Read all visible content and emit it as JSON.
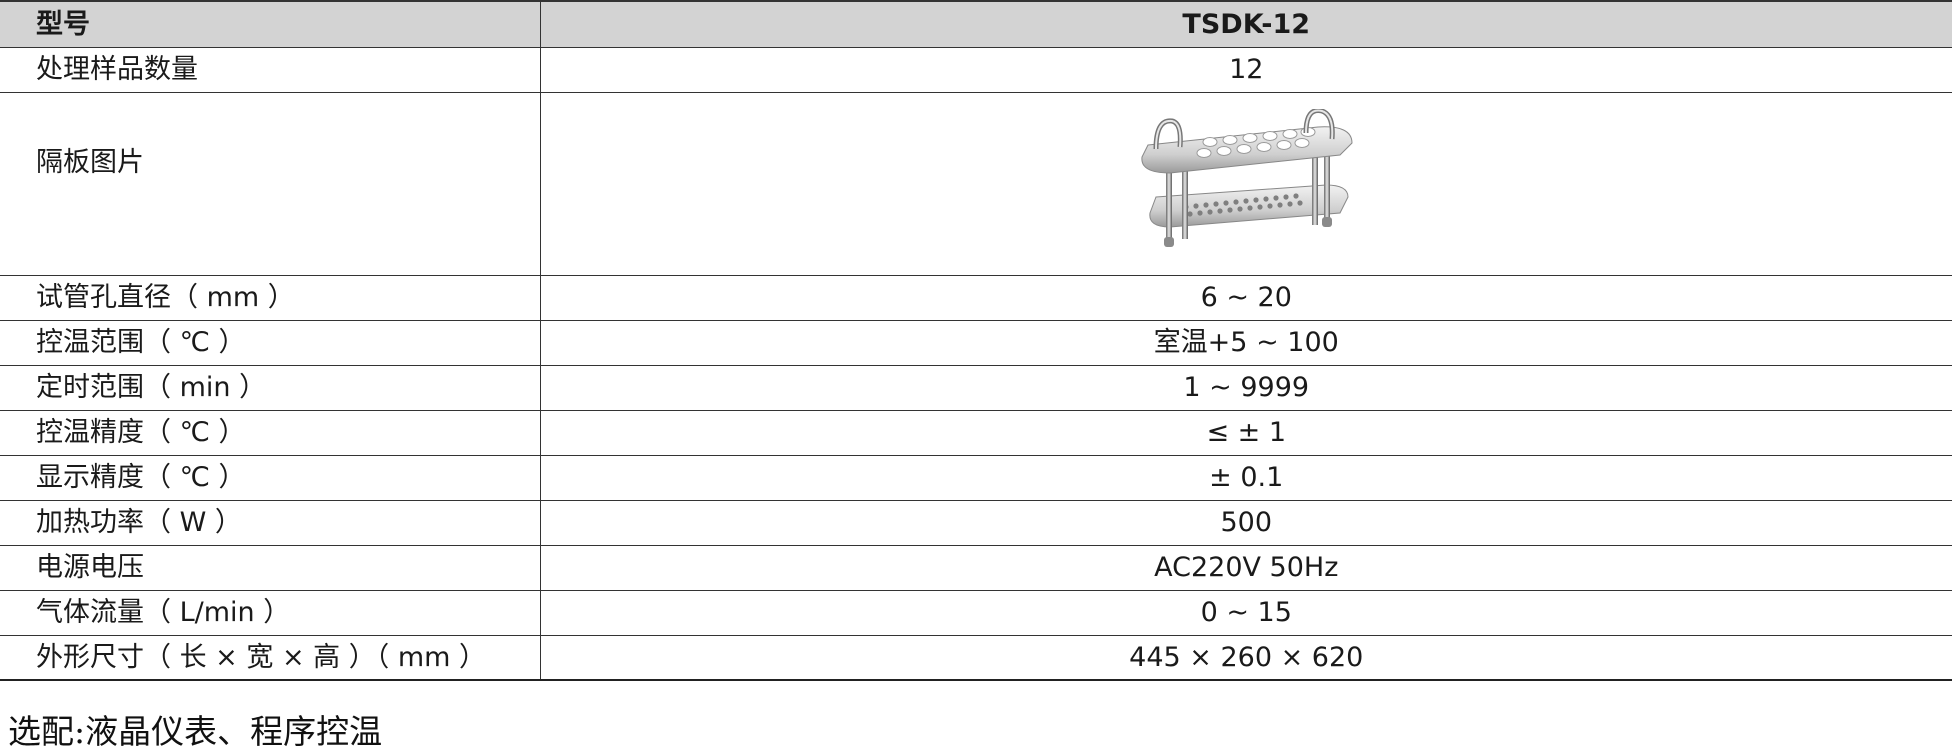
{
  "table": {
    "header": {
      "label": "型号",
      "value": "TSDK-12"
    },
    "rows": [
      {
        "label": "处理样品数量",
        "value": "12"
      },
      {
        "label": "隔板图片",
        "value": ""
      },
      {
        "label": "试管孔直径（ mm ）",
        "value": "6 ~ 20"
      },
      {
        "label": "控温范围（ ℃ ）",
        "value": "室温+5 ~ 100"
      },
      {
        "label": "定时范围（ min ）",
        "value": "1 ~ 9999"
      },
      {
        "label": "控温精度（ ℃ ）",
        "value": "≤  ± 1"
      },
      {
        "label": "显示精度（ ℃ ）",
        "value": "± 0.1"
      },
      {
        "label": "加热功率（ W ）",
        "value": "500"
      },
      {
        "label": "电源电压",
        "value": "AC220V 50Hz"
      },
      {
        "label": "气体流量（ L/min ）",
        "value": "0 ~ 15"
      },
      {
        "label": "外形尺寸（ 长 × 宽 × 高 ）（ mm ）",
        "value": "445 × 260 × 620"
      }
    ]
  },
  "note": "选配:液晶仪表、程序控温",
  "image": {
    "icon": "rack-partition-icon"
  }
}
